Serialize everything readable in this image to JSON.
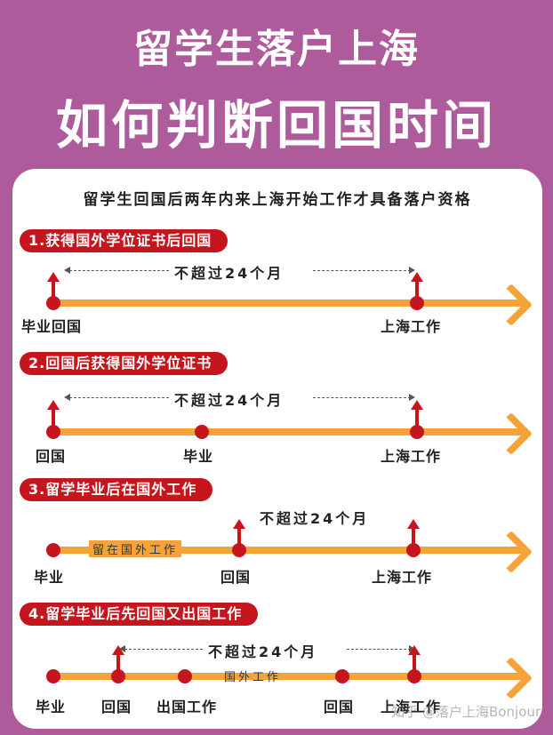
{
  "header": {
    "title_line1": "留学生落户上海",
    "title_line2": "如何判断回国时间"
  },
  "intro": "留学生回国后两年内来上海开始工作才具备落户资格",
  "span_label": "不超过24个月",
  "sections": [
    {
      "badge": "1.获得国外学位证书后回国",
      "labels": [
        "毕业回国",
        "上海工作"
      ]
    },
    {
      "badge": "2.回国后获得国外学位证书",
      "labels": [
        "回国",
        "毕业",
        "上海工作"
      ]
    },
    {
      "badge": "3.留学毕业后在国外工作",
      "labels": [
        "毕业",
        "回国",
        "上海工作"
      ],
      "inline_label": "留在国外工作"
    },
    {
      "badge": "4.留学毕业后先回国又出国工作",
      "labels": [
        "毕业",
        "回国",
        "出国工作",
        "回国",
        "上海工作"
      ],
      "inline_label": "国外工作"
    }
  ],
  "watermark": "知乎 @落户上海Bonjour",
  "colors": {
    "background": "#ad5b9b",
    "card": "#ffffff",
    "badge": "#c4161c",
    "timeline": "#f5a339",
    "marker": "#c4161c"
  }
}
